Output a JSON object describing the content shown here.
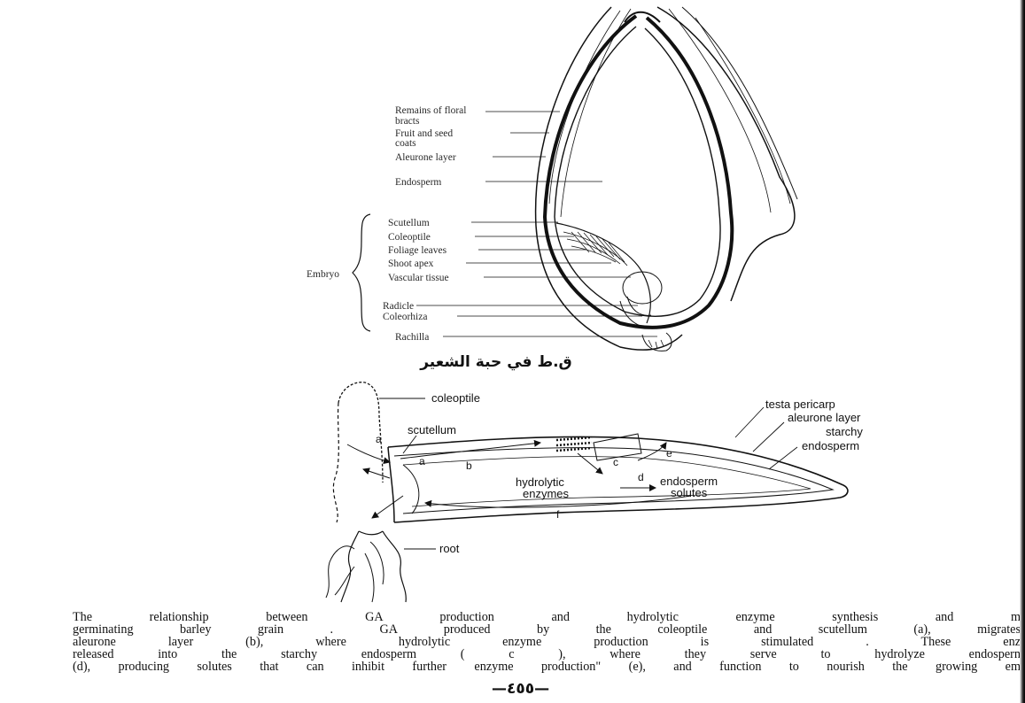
{
  "grain_section": {
    "labels": {
      "floral_bracts": [
        "Remains of floral",
        "bracts"
      ],
      "fruit_seed_coats": [
        "Fruit and seed",
        "coats"
      ],
      "aleurone": "Aleurone layer",
      "endosperm": "Endosperm",
      "scutellum": "Scutellum",
      "coleoptile": "Coleoptile",
      "foliage_leaves": "Foliage leaves",
      "shoot_apex": "Shoot apex",
      "vascular_tissue": "Vascular tissue",
      "radicle": "Radicle",
      "coleorhiza": "Coleorhiza",
      "rachilla": "Rachilla",
      "embryo": "Embryo"
    },
    "arabic_caption": "ق.ط في حبة الشعير"
  },
  "germination": {
    "labels": {
      "coleoptile": "coleoptile",
      "scutellum": "scutellum",
      "root": "root",
      "testa_pericarp": "testa pericarp",
      "aleurone_layer": "aleurone layer",
      "starchy_endosperm": [
        "starchy",
        "endosperm"
      ],
      "hydrolytic_enzymes": [
        "hydrolytic",
        "enzymes"
      ],
      "endosperm_solutes": [
        "endosperm",
        "solutes"
      ]
    },
    "letters": {
      "a1": "a",
      "a2": "a",
      "b": "b",
      "c": "c",
      "d": "d",
      "e": "e",
      "f": "f"
    }
  },
  "caption_lines": [
    "The relationship between GA production and hydrolytic enzyme synthesis and m",
    "germinating barley grain . GA produced by the coleoptile and scutellum (a), migrates",
    "aleurone layer (b), where hydrolytic enzyme production is stimulated . These enz",
    "released into the starchy endosperm ( c ), where they serve to hydrolyze endospern",
    "(d), producing solutes that can inhibit further enzyme production\" (e), and function to nourish the growing em"
  ],
  "page_number": "—٤٥٥—"
}
